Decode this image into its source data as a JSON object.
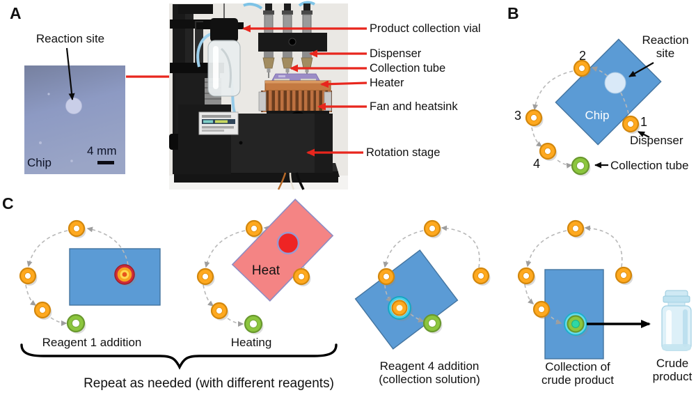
{
  "figure": {
    "panel_a": {
      "label": "A",
      "reaction_site": "Reaction site",
      "chip": "Chip",
      "scale": "4 mm"
    },
    "apparatus": {
      "product_collection_vial": "Product collection vial",
      "dispenser": "Dispenser",
      "collection_tube": "Collection tube",
      "heater": "Heater",
      "fan_heatsink": "Fan and heatsink",
      "rotation_stage": "Rotation stage"
    },
    "panel_b": {
      "label": "B",
      "reaction_site": "Reaction site",
      "chip": "Chip",
      "dispenser": "Dispenser",
      "collection_tube": "Collection tube",
      "pos1": "1",
      "pos2": "2",
      "pos3": "3",
      "pos4": "4"
    },
    "panel_c": {
      "label": "C",
      "step1": "Reagent 1 addition",
      "heat": "Heat",
      "step2": "Heating",
      "step3_line1": "Reagent 4 addition",
      "step3_line2": "(collection solution)",
      "step4_line1": "Collection of",
      "step4_line2": "crude product",
      "crude_line1": "Crude",
      "crude_line2": "product",
      "repeat": "Repeat as needed (with different reagents)"
    },
    "colors": {
      "arrow_red": "#e8261d",
      "chip_blue": "#5b9bd5",
      "heat_pink": "#f48484",
      "dispenser_orange": "#ffa91f",
      "collection_green": "#8cc63e",
      "solution_cyan": "#4fd0e4"
    }
  }
}
